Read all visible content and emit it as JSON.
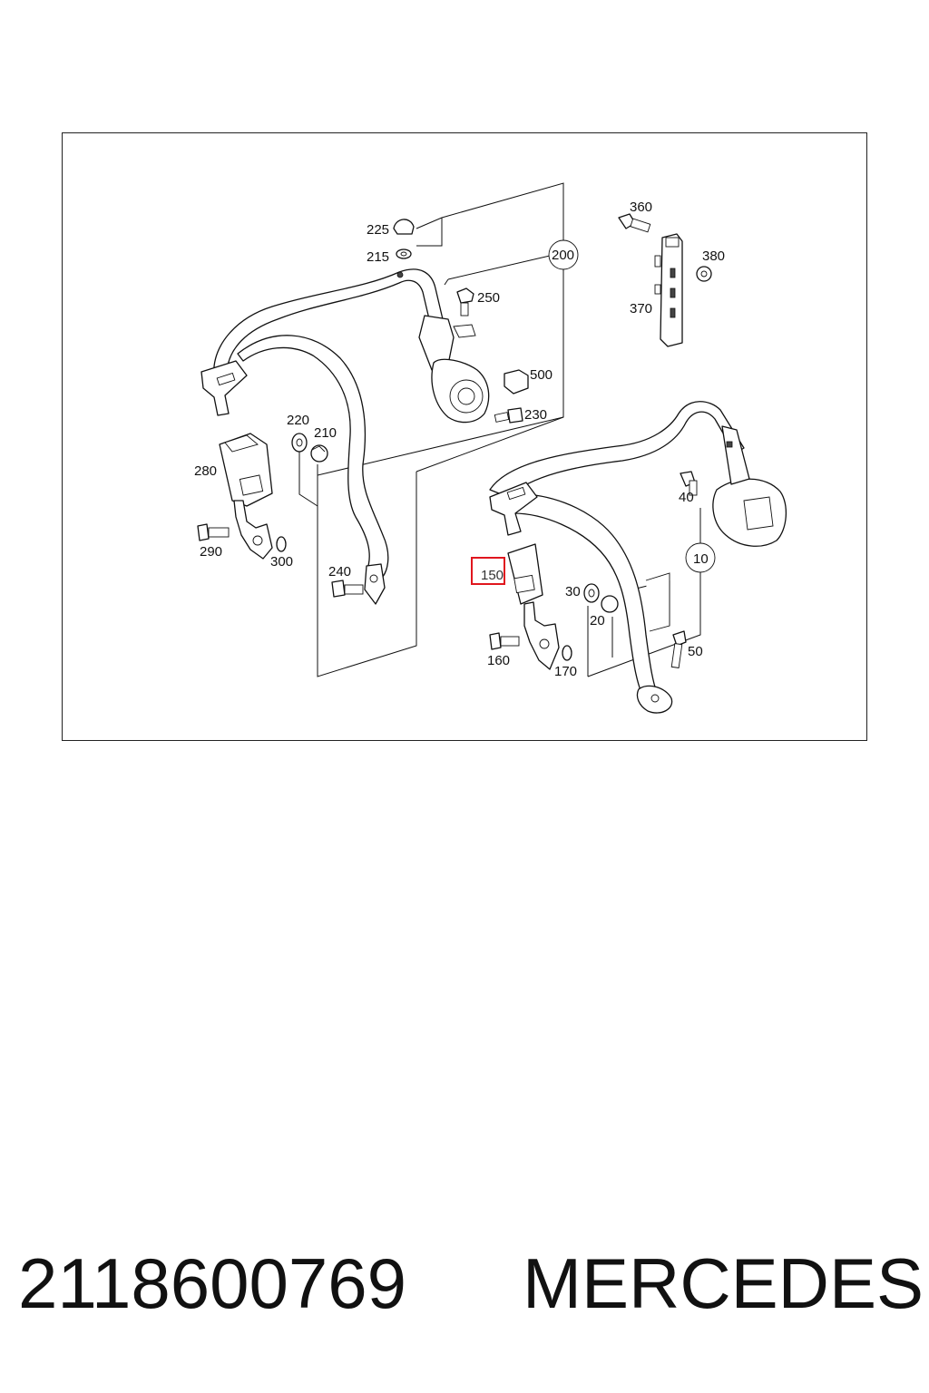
{
  "diagram": {
    "labels": {
      "l225": "225",
      "l215": "215",
      "l200": "200",
      "l250": "250",
      "l500": "500",
      "l230": "230",
      "l220": "220",
      "l210": "210",
      "l280": "280",
      "l290": "290",
      "l300": "300",
      "l240": "240",
      "l360": "360",
      "l380": "380",
      "l370": "370",
      "l40": "40",
      "l10": "10",
      "l150": "150",
      "l30": "30",
      "l20": "20",
      "l50": "50",
      "l160": "160",
      "l170": "170"
    },
    "highlighted_part": "150",
    "highlight_color": "#e0161e"
  },
  "footer": {
    "part_number": "2118600769",
    "brand": "MERCEDES"
  }
}
